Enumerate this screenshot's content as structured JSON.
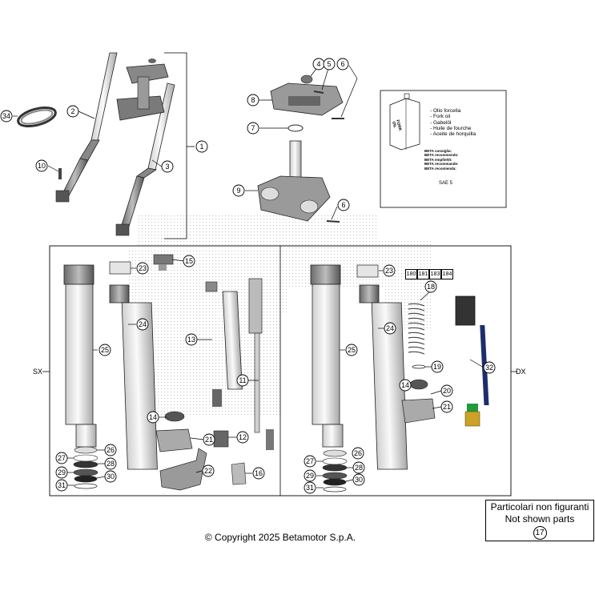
{
  "copyright": "© Copyright 2025 Betamotor S.p.A.",
  "not_shown": {
    "line1": "Particolari non figuranti",
    "line2": "Not shown parts",
    "ref": "17"
  },
  "oil_box": {
    "can_label_1": "FORK",
    "can_label_2": "OIL",
    "names": [
      "- Olio forcella",
      "- Fork oil",
      "- Gabelöl",
      "- Huile de fourche",
      "- Aceite de horquilla"
    ],
    "recommends": [
      "BETA consiglia:",
      "BETA recommends:",
      "BETA empfiehlt:",
      "BETA recommande:",
      "BETA recomienda:"
    ],
    "grade": "SAE 5"
  },
  "side_labels": {
    "left": "SX",
    "right": "DX"
  },
  "spring_sizes": [
    "180",
    "181",
    "183",
    "184"
  ],
  "callouts": [
    "1",
    "2",
    "3",
    "4",
    "5",
    "6",
    "6",
    "7",
    "8",
    "9",
    "10",
    "11",
    "12",
    "13",
    "14",
    "14",
    "15",
    "16",
    "18",
    "19",
    "20",
    "21",
    "21",
    "22",
    "23",
    "23",
    "24",
    "24",
    "25",
    "25",
    "26",
    "26",
    "27",
    "27",
    "28",
    "28",
    "29",
    "29",
    "30",
    "30",
    "31",
    "31",
    "32",
    "34"
  ]
}
